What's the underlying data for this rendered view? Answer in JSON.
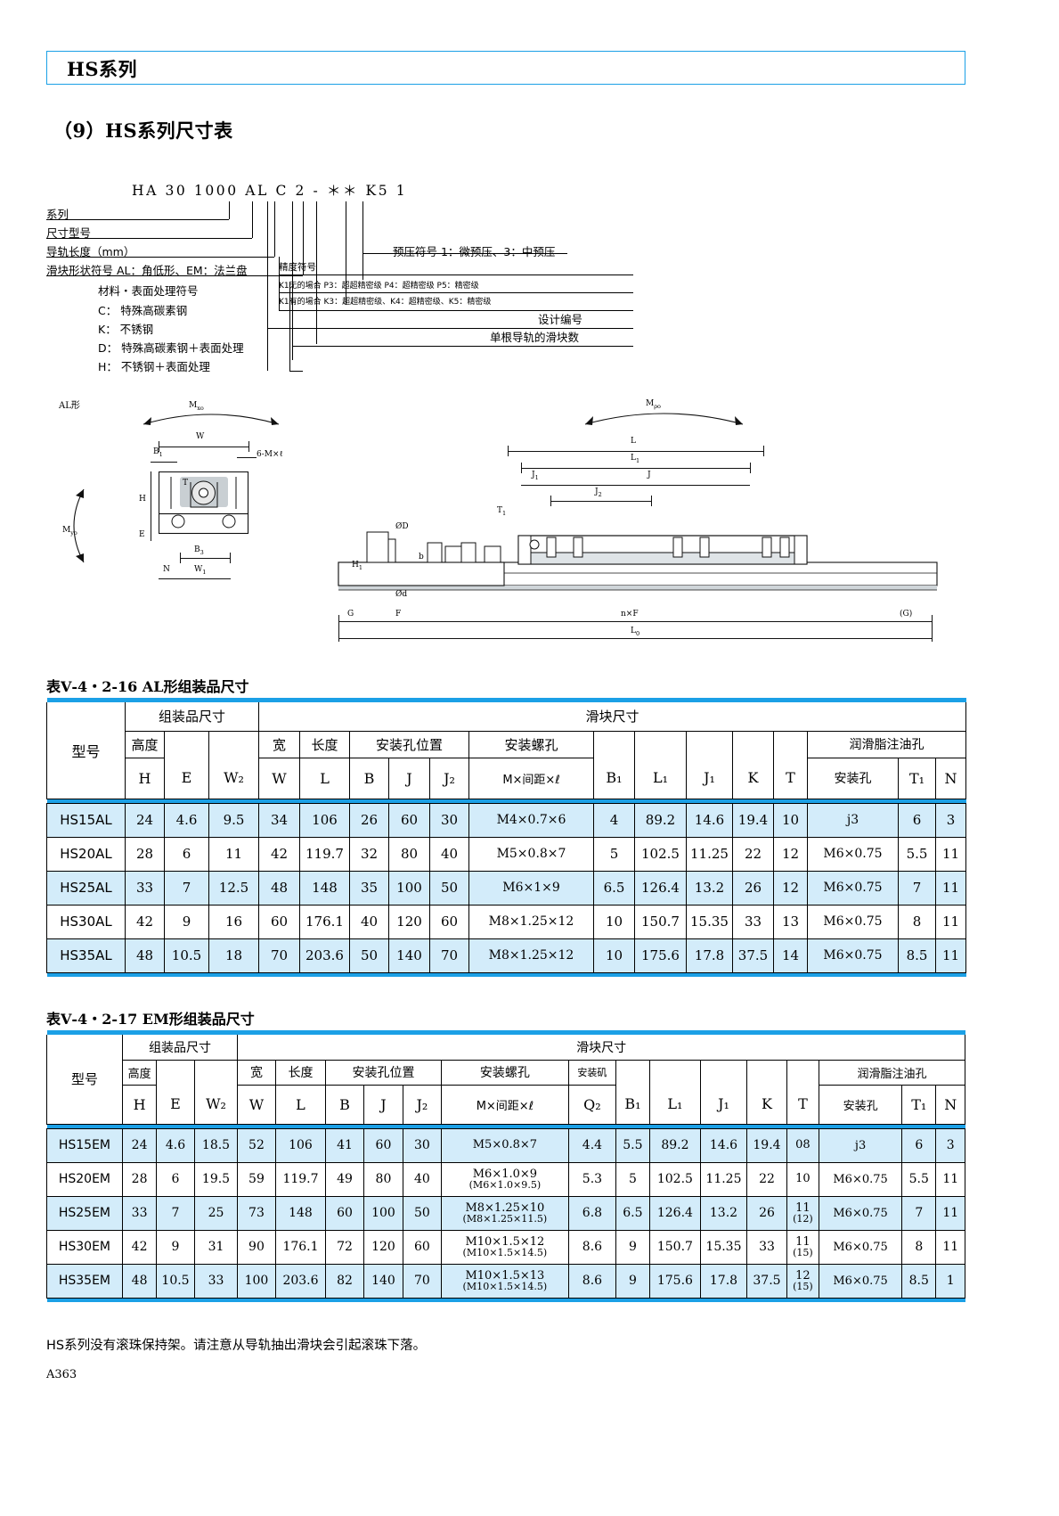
{
  "header": {
    "series_band": "HS系列",
    "section_title": "（9）HS系列尺寸表"
  },
  "designation": {
    "code": "HA 30 1000 AL  C 2 - ＊＊ K5 1",
    "left_labels": [
      "系列",
      "尺寸型号",
      "导轨长度（mm）",
      "滑块形状符号  AL：角低形、EM：法兰盘"
    ],
    "material_block": [
      "材料・表面处理符号",
      "C：  特殊高碳素钢",
      "K：  不锈钢",
      "D：  特殊高碳素钢＋表面处理",
      "H：  不锈钢＋表面处理"
    ],
    "right_labels": {
      "preload": "预压符号  1：微预压、3：中预压",
      "accuracy_title": "精度符号",
      "accuracy_row1": "K1无的場合    P3：超超精密级  P4：超精密级  P5：精密级",
      "accuracy_row2": "K1有的場合    K3：超超精密级、K4：超精密级、K5：精密级",
      "design_no": "设计编号",
      "block_count": "单根导轨的滑块数"
    }
  },
  "drawing": {
    "form_label": "AL形",
    "labels": [
      "Mₓₒ",
      "Mᵧₒ",
      "Mₚₒ",
      "W",
      "B₁",
      "6-M×ℓ",
      "T",
      "H",
      "E",
      "B₃",
      "N",
      "W₁",
      "L",
      "L₁",
      "J₁",
      "J₂",
      "J",
      "T₁",
      "ØD",
      "Ød",
      "H₁",
      "b",
      "G",
      "F",
      "n×F",
      "(G)",
      "L₀"
    ]
  },
  "table1": {
    "caption": "表Ⅴ-4・2-16   AL形组装品尺寸",
    "group_headers": {
      "model": "型号",
      "assembly": "组装品尺寸",
      "block": "滑块尺寸",
      "mount_hole_pos": "安装孔位置",
      "mount_screw_hole": "安装螺孔",
      "grease_hole": "润滑脂注油孔"
    },
    "row2_labels": {
      "height": "高度",
      "width": "宽",
      "length": "长度",
      "install_hole": "安装孔"
    },
    "sym": [
      "H",
      "E",
      "W",
      "W",
      "L",
      "B",
      "J",
      "J",
      "M×间距×ℓ",
      "B",
      "L",
      "J",
      "K",
      "T",
      "安装孔",
      "T",
      "N"
    ],
    "symbols": {
      "H": "H",
      "E": "E",
      "W2": "W₂",
      "W": "W",
      "L": "L",
      "B": "B",
      "J": "J",
      "J2": "J₂",
      "M": "M×间距×ℓ",
      "B1": "B₁",
      "L1": "L₁",
      "J1": "J₁",
      "K": "K",
      "T": "T",
      "hole": "安装孔",
      "T1": "T₁",
      "N": "N"
    },
    "rows": [
      {
        "model": "HS15AL",
        "H": "24",
        "E": "4.6",
        "W2": "9.5",
        "W": "34",
        "L": "106",
        "B": "26",
        "J": "60",
        "J2": "30",
        "M": "M4×0.7×6",
        "B1": "4",
        "L1": "89.2",
        "J1": "14.6",
        "K": "19.4",
        "T": "10",
        "hole": "j3",
        "T1": "6",
        "N": "3"
      },
      {
        "model": "HS20AL",
        "H": "28",
        "E": "6",
        "W2": "11",
        "W": "42",
        "L": "119.7",
        "B": "32",
        "J": "80",
        "J2": "40",
        "M": "M5×0.8×7",
        "B1": "5",
        "L1": "102.5",
        "J1": "11.25",
        "K": "22",
        "T": "12",
        "hole": "M6×0.75",
        "T1": "5.5",
        "N": "11"
      },
      {
        "model": "HS25AL",
        "H": "33",
        "E": "7",
        "W2": "12.5",
        "W": "48",
        "L": "148",
        "B": "35",
        "J": "100",
        "J2": "50",
        "M": "M6×1×9",
        "B1": "6.5",
        "L1": "126.4",
        "J1": "13.2",
        "K": "26",
        "T": "12",
        "hole": "M6×0.75",
        "T1": "7",
        "N": "11"
      },
      {
        "model": "HS30AL",
        "H": "42",
        "E": "9",
        "W2": "16",
        "W": "60",
        "L": "176.1",
        "B": "40",
        "J": "120",
        "J2": "60",
        "M": "M8×1.25×12",
        "B1": "10",
        "L1": "150.7",
        "J1": "15.35",
        "K": "33",
        "T": "13",
        "hole": "M6×0.75",
        "T1": "8",
        "N": "11"
      },
      {
        "model": "HS35AL",
        "H": "48",
        "E": "10.5",
        "W2": "18",
        "W": "70",
        "L": "203.6",
        "B": "50",
        "J": "140",
        "J2": "70",
        "M": "M8×1.25×12",
        "B1": "10",
        "L1": "175.6",
        "J1": "17.8",
        "K": "37.5",
        "T": "14",
        "hole": "M6×0.75",
        "T1": "8.5",
        "N": "11"
      }
    ]
  },
  "table2": {
    "caption": "表Ⅴ-4・2-17   EM形组装品尺寸",
    "group_headers": {
      "model": "型号",
      "assembly": "组装品尺寸",
      "block": "滑块尺寸",
      "mount_hole_pos": "安装孔位置",
      "mount_screw_hole": "安装螺孔",
      "counterbore": "安装矶",
      "grease_hole": "润滑脂注油孔"
    },
    "row2_labels": {
      "height": "高度",
      "width": "宽",
      "length": "长度",
      "install_hole": "安装孔"
    },
    "symbols": {
      "H": "H",
      "E": "E",
      "W2": "W₂",
      "W": "W",
      "L": "L",
      "B": "B",
      "J": "J",
      "J2": "J₂",
      "M": "M×间距×ℓ",
      "Q2": "Q₂",
      "B1": "B₁",
      "L1": "L₁",
      "J1": "J₁",
      "K": "K",
      "T": "T",
      "hole": "安装孔",
      "T1": "T₁",
      "N": "N"
    },
    "rows": [
      {
        "model": "HS15EM",
        "H": "24",
        "E": "4.6",
        "W2": "18.5",
        "W": "52",
        "L": "106",
        "B": "41",
        "J": "60",
        "J2": "30",
        "M": "M5×0.8×7",
        "M2": "",
        "Q2": "4.4",
        "B1": "5.5",
        "L1": "89.2",
        "J1": "14.6",
        "K": "19.4",
        "T": "08",
        "T2": "",
        "hole": "j3",
        "T1": "6",
        "N": "3"
      },
      {
        "model": "HS20EM",
        "H": "28",
        "E": "6",
        "W2": "19.5",
        "W": "59",
        "L": "119.7",
        "B": "49",
        "J": "80",
        "J2": "40",
        "M": "M6×1.0×9",
        "M2": "(M6×1.0×9.5)",
        "Q2": "5.3",
        "B1": "5",
        "L1": "102.5",
        "J1": "11.25",
        "K": "22",
        "T": "10",
        "T2": "",
        "hole": "M6×0.75",
        "T1": "5.5",
        "N": "11"
      },
      {
        "model": "HS25EM",
        "H": "33",
        "E": "7",
        "W2": "25",
        "W": "73",
        "L": "148",
        "B": "60",
        "J": "100",
        "J2": "50",
        "M": "M8×1.25×10",
        "M2": "(M8×1.25×11.5)",
        "Q2": "6.8",
        "B1": "6.5",
        "L1": "126.4",
        "J1": "13.2",
        "K": "26",
        "T": "11",
        "T2": "(12)",
        "hole": "M6×0.75",
        "T1": "7",
        "N": "11"
      },
      {
        "model": "HS30EM",
        "H": "42",
        "E": "9",
        "W2": "31",
        "W": "90",
        "L": "176.1",
        "B": "72",
        "J": "120",
        "J2": "60",
        "M": "M10×1.5×12",
        "M2": "(M10×1.5×14.5)",
        "Q2": "8.6",
        "B1": "9",
        "L1": "150.7",
        "J1": "15.35",
        "K": "33",
        "T": "11",
        "T2": "(15)",
        "hole": "M6×0.75",
        "T1": "8",
        "N": "11"
      },
      {
        "model": "HS35EM",
        "H": "48",
        "E": "10.5",
        "W2": "33",
        "W": "100",
        "L": "203.6",
        "B": "82",
        "J": "140",
        "J2": "70",
        "M": "M10×1.5×13",
        "M2": "(M10×1.5×14.5)",
        "Q2": "8.6",
        "B1": "9",
        "L1": "175.6",
        "J1": "17.8",
        "K": "37.5",
        "T": "12",
        "T2": "(15)",
        "hole": "M6×0.75",
        "T1": "8.5",
        "N": "1"
      }
    ]
  },
  "footer": {
    "note": "HS系列没有滚珠保持架。请注意从导轨抽出滑块会引起滚珠下落。",
    "page": "A363"
  },
  "colors": {
    "accent": "#1ba0e6",
    "row_tint": "#d3ecfa"
  }
}
